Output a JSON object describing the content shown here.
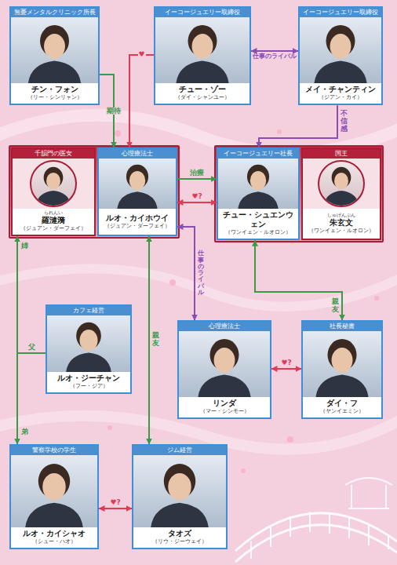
{
  "diagram": {
    "nodes": [
      {
        "text": [
          "無憂メンタルクリニック所長",
          "チン・フォン",
          "（リー・シンリャン）"
        ]
      },
      {
        "text": [
          "イーコージュエリー取締役",
          "チュー・ゾー",
          "（ダイ・シャンユー）"
        ]
      },
      {
        "text": [
          "イーコージュエリー取締役",
          "メイ・チャンティン",
          "（ジアン・カイ）"
        ]
      },
      {
        "text": [
          "千韻門の医女",
          "られんい",
          "羅漣漪",
          "（ジュアン・ダーフェイ）"
        ]
      },
      {
        "text": [
          "心理療法士",
          "ルオ・カイホウイ",
          "（ジュアン・ダーフェイ）"
        ]
      },
      {
        "text": [
          "イーコージュエリー社長",
          "チュー・シュエンウェン",
          "（ワンイェン・ルオロン）"
        ]
      },
      {
        "text": [
          "国王",
          "しゅげんぶん",
          "朱玄文",
          "（ワンイェン・ルオロン）"
        ]
      },
      {
        "text": [
          "カフェ経営",
          "ルオ・ジーチャン",
          "（フー・ジア）"
        ]
      },
      {
        "text": [
          "心理療法士",
          "リンダ",
          "（マー・シンモー）"
        ]
      },
      {
        "text": [
          "社長秘書",
          "ダイ・フ",
          "（ヤンイエミン）"
        ]
      },
      {
        "text": [
          "警察学校の学生",
          "ルオ・カイシャオ",
          "（シュー・ハオ）"
        ]
      },
      {
        "text": [
          "ジム経営",
          "タオズ",
          "（リウ・ジーウェイ）"
        ]
      }
    ],
    "edges": [
      {
        "from": 0,
        "to": 4,
        "arrow": "to",
        "label": "期待"
      },
      {
        "from": 1,
        "to": 4,
        "arrow": "to",
        "label": "♥"
      },
      {
        "from": 1,
        "to": 2,
        "arrow": "both",
        "label": "仕事のライバル"
      },
      {
        "from": 2,
        "to": 5,
        "arrow": "to",
        "label": "不信感"
      },
      {
        "from": 4,
        "to": 5,
        "arrow": "to",
        "label": "治療"
      },
      {
        "from": 4,
        "to": 5,
        "arrow": "both",
        "label": "♥?"
      },
      {
        "from": 4,
        "to": 8,
        "arrow": "both",
        "label": "仕事のライバル"
      },
      {
        "from": 5,
        "to": 9,
        "arrow": "both",
        "label": "親友"
      },
      {
        "from": 8,
        "to": 9,
        "arrow": "both",
        "label": "♥?"
      },
      {
        "from": 3,
        "to": 10,
        "arrow": "both"
      },
      {
        "from": 7,
        "to": 3,
        "arrow": "none",
        "label": "父"
      },
      {
        "from": 4,
        "to": 11,
        "arrow": "both",
        "label": "親友"
      },
      {
        "from": 10,
        "to": 11,
        "arrow": "both",
        "label": "♥?"
      }
    ],
    "labels": [
      "姉",
      "弟"
    ]
  }
}
